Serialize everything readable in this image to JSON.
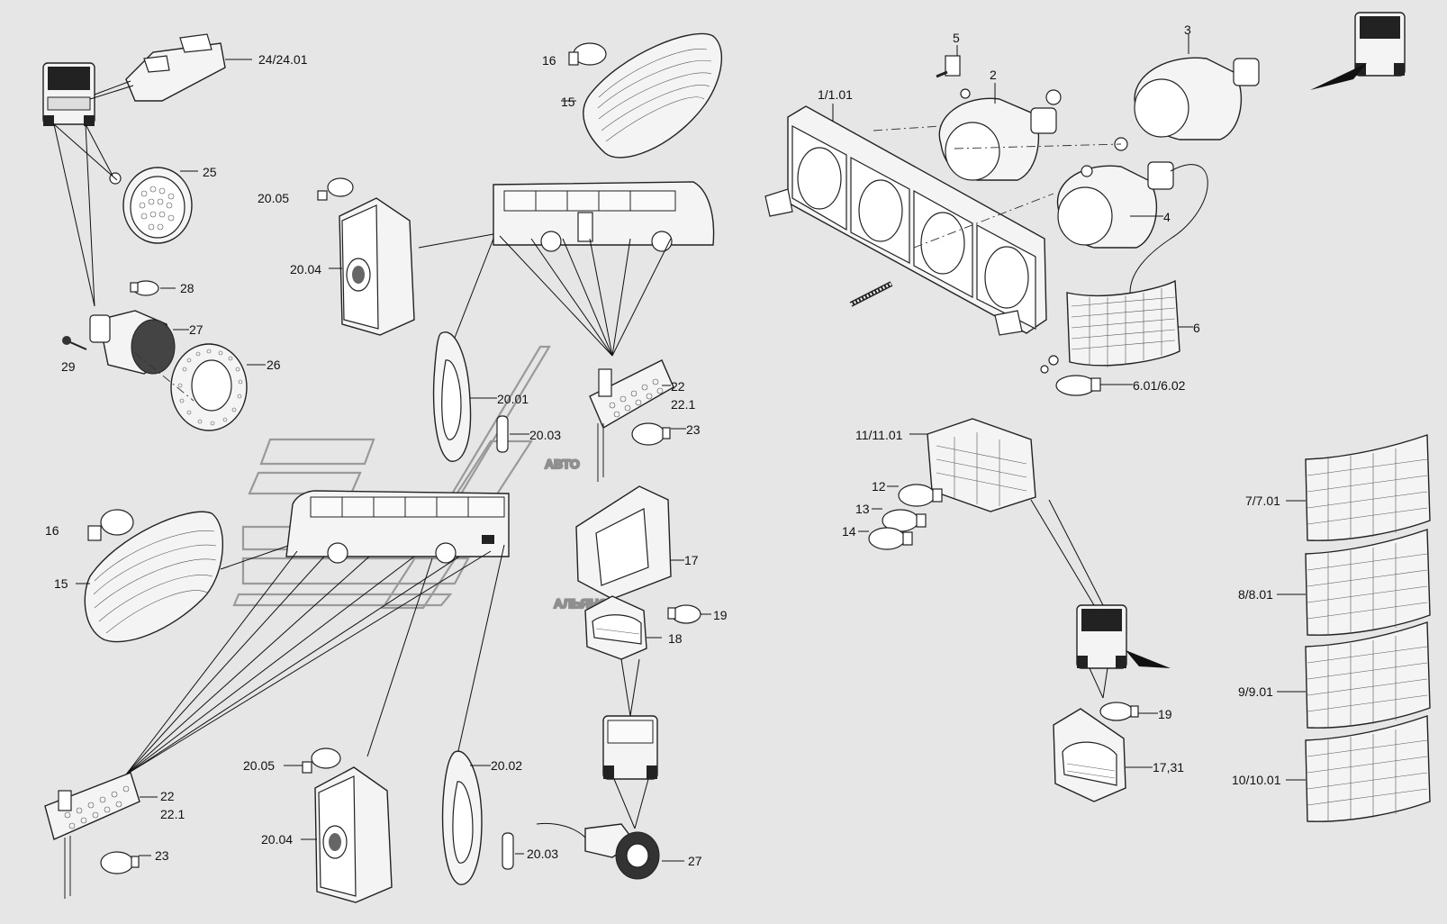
{
  "watermark": {
    "line1": "АВТО",
    "line2": "АЛЬЯНС"
  },
  "callouts": [
    {
      "id": "c-24-24-01",
      "text": "24/24.01"
    },
    {
      "id": "c-25",
      "text": "25"
    },
    {
      "id": "c-28",
      "text": "28"
    },
    {
      "id": "c-27-top",
      "text": "27"
    },
    {
      "id": "c-29",
      "text": "29"
    },
    {
      "id": "c-26",
      "text": "26"
    },
    {
      "id": "c-16-top",
      "text": "16"
    },
    {
      "id": "c-15-top",
      "text": "15"
    },
    {
      "id": "c-20-05-top",
      "text": "20.05"
    },
    {
      "id": "c-20-04-top",
      "text": "20.04"
    },
    {
      "id": "c-20-01",
      "text": "20.01"
    },
    {
      "id": "c-20-03-mid",
      "text": "20.03"
    },
    {
      "id": "c-22-mid",
      "text": "22"
    },
    {
      "id": "c-22-1-mid",
      "text": "22.1"
    },
    {
      "id": "c-23-mid",
      "text": "23"
    },
    {
      "id": "c-5",
      "text": "5"
    },
    {
      "id": "c-2",
      "text": "2"
    },
    {
      "id": "c-3",
      "text": "3"
    },
    {
      "id": "c-1-1-01",
      "text": "1/1.01"
    },
    {
      "id": "c-4",
      "text": "4"
    },
    {
      "id": "c-6",
      "text": "6"
    },
    {
      "id": "c-6-01-6-02",
      "text": "6.01/6.02"
    },
    {
      "id": "c-11-11-01",
      "text": "11/11.01"
    },
    {
      "id": "c-12",
      "text": "12"
    },
    {
      "id": "c-13",
      "text": "13"
    },
    {
      "id": "c-14",
      "text": "14"
    },
    {
      "id": "c-7-7-01",
      "text": "7/7.01"
    },
    {
      "id": "c-8-8-01",
      "text": "8/8.01"
    },
    {
      "id": "c-9-9-01",
      "text": "9/9.01"
    },
    {
      "id": "c-10-10-01",
      "text": "10/10.01"
    },
    {
      "id": "c-16-bottom",
      "text": "16"
    },
    {
      "id": "c-15-bottom",
      "text": "15"
    },
    {
      "id": "c-17",
      "text": "17"
    },
    {
      "id": "c-19-mid",
      "text": "19"
    },
    {
      "id": "c-18",
      "text": "18"
    },
    {
      "id": "c-19-right",
      "text": "19"
    },
    {
      "id": "c-17-31",
      "text": "17,31"
    },
    {
      "id": "c-22-bottom",
      "text": "22"
    },
    {
      "id": "c-22-1-bottom",
      "text": "22.1"
    },
    {
      "id": "c-23-bottom",
      "text": "23"
    },
    {
      "id": "c-20-05-bottom",
      "text": "20.05"
    },
    {
      "id": "c-20-04-bottom",
      "text": "20.04"
    },
    {
      "id": "c-20-02",
      "text": "20.02"
    },
    {
      "id": "c-20-03-bottom",
      "text": "20.03"
    },
    {
      "id": "c-27-bottom",
      "text": "27"
    }
  ]
}
